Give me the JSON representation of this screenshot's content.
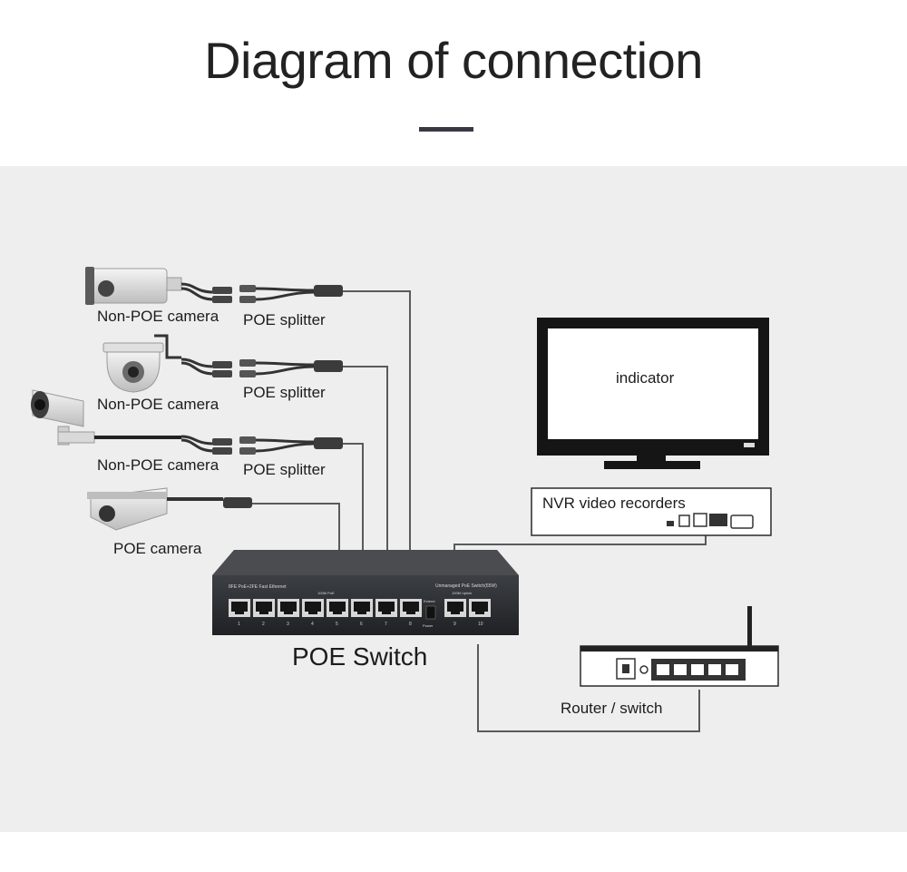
{
  "title": "Diagram of connection",
  "labels": {
    "camera1": "Non-POE camera",
    "camera2": "Non-POE camera",
    "camera3": "Non-POE camera",
    "camera4": "POE camera",
    "splitter1": "POE splitter",
    "splitter2": "POE splitter",
    "splitter3": "POE splitter",
    "monitor": "indicator",
    "nvr": "NVR video recorders",
    "switch": "POE Switch",
    "router": "Router / switch"
  },
  "switch_panel": {
    "left_caption": "8FE PoE+2FE Fast Ethernet",
    "poe_caption": "100M PoE",
    "right_caption": "Unmanaged PoE Switch(65W)",
    "uplink_caption": "100M Uplink",
    "extend_caption": "Extend",
    "power_caption": "Power",
    "port_numbers": [
      "1",
      "2",
      "3",
      "4",
      "5",
      "6",
      "7",
      "8",
      "9",
      "10"
    ]
  },
  "colors": {
    "panel_bg": "#eeeeee",
    "line": "#555555",
    "switch_body": "#2b2d30",
    "monitor_frame": "#151515"
  }
}
